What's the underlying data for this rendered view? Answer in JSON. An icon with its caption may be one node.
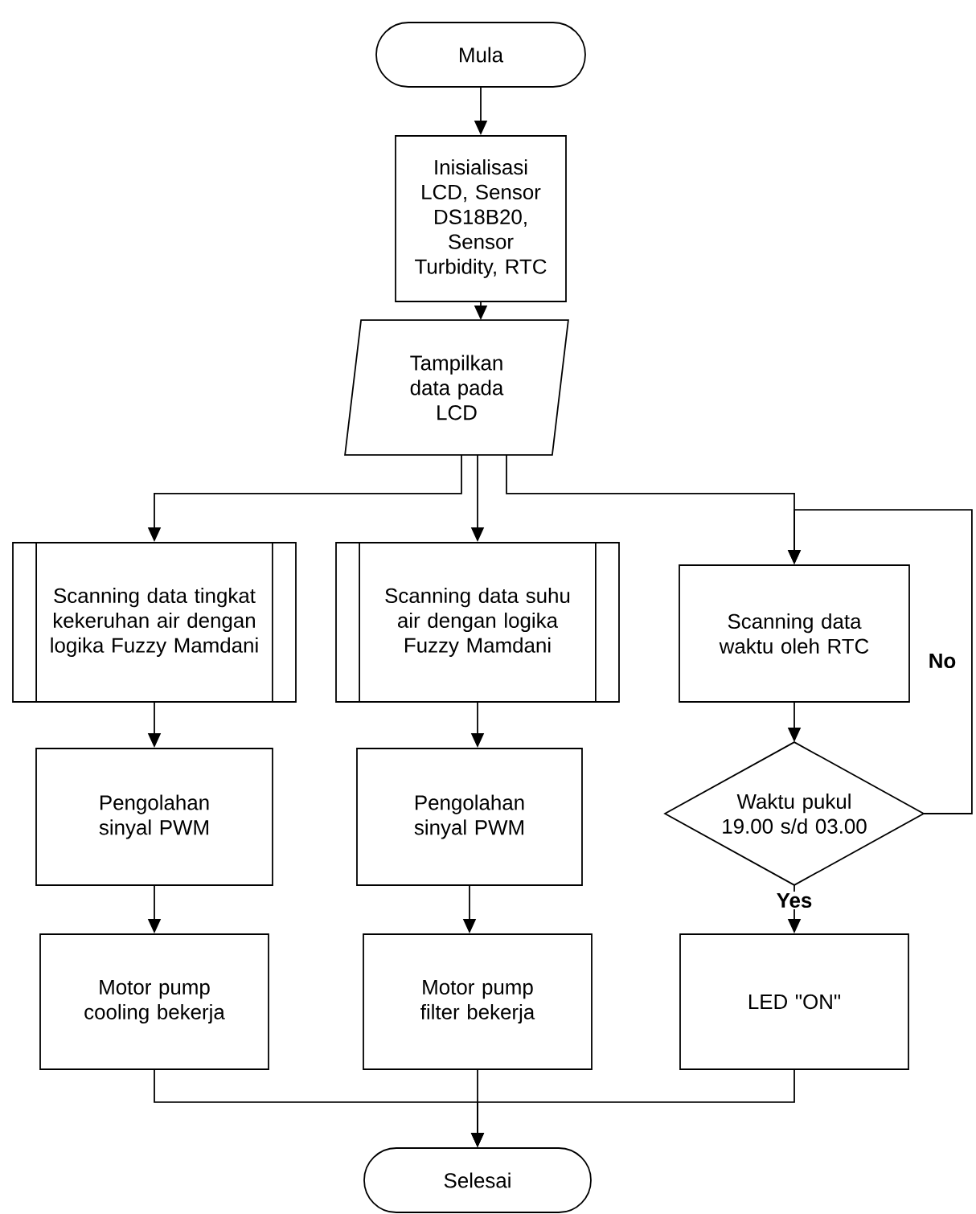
{
  "diagram": {
    "nodes": [
      {
        "text": [
          "Mula"
        ]
      },
      {
        "text": [
          "Inisialisasi LCD, Sensor DS18B20, Sensor Turbidity, RTC"
        ]
      },
      {
        "text": [
          "Tampilkan data pada LCD"
        ]
      },
      {
        "text": [
          "Scanning data tingkat kekeruhan air dengan logika Fuzzy Mamdani"
        ]
      },
      {
        "text": [
          "Scanning data suhu air dengan logika Fuzzy Mamdani"
        ]
      },
      {
        "text": [
          "Scanning data waktu oleh RTC"
        ]
      },
      {
        "text": [
          "Pengolahan sinyal PWM"
        ]
      },
      {
        "text": [
          "Pengolahan sinyal PWM"
        ]
      },
      {
        "text": [
          "Waktu pukul 19.00 s/d 03.00"
        ]
      },
      {
        "text": [
          "Motor pump cooling bekerja"
        ]
      },
      {
        "text": [
          "Motor pump filter bekerja"
        ]
      },
      {
        "text": [
          "LED \"ON\""
        ]
      },
      {
        "text": [
          "Selesai"
        ]
      }
    ],
    "edges": [
      {
        "from": 0,
        "to": 1,
        "arrow": "to"
      },
      {
        "from": 1,
        "to": 2,
        "arrow": "to"
      },
      {
        "from": 2,
        "to": 3,
        "arrow": "to"
      },
      {
        "from": 2,
        "to": 4,
        "arrow": "to"
      },
      {
        "from": 2,
        "to": 5,
        "arrow": "to"
      },
      {
        "from": 3,
        "to": 6,
        "arrow": "to"
      },
      {
        "from": 4,
        "to": 7,
        "arrow": "to"
      },
      {
        "from": 5,
        "to": 8,
        "arrow": "to"
      },
      {
        "from": 6,
        "to": 9,
        "arrow": "to"
      },
      {
        "from": 7,
        "to": 10,
        "arrow": "to"
      },
      {
        "from": 8,
        "to": 11,
        "arrow": "to",
        "label": "Yes"
      },
      {
        "from": 8,
        "to": 5,
        "arrow": "to",
        "label": "No"
      },
      {
        "from": 9,
        "to": 12,
        "arrow": "to"
      },
      {
        "from": 10,
        "to": 12,
        "arrow": "to"
      },
      {
        "from": 11,
        "to": 12,
        "arrow": "to"
      }
    ]
  }
}
